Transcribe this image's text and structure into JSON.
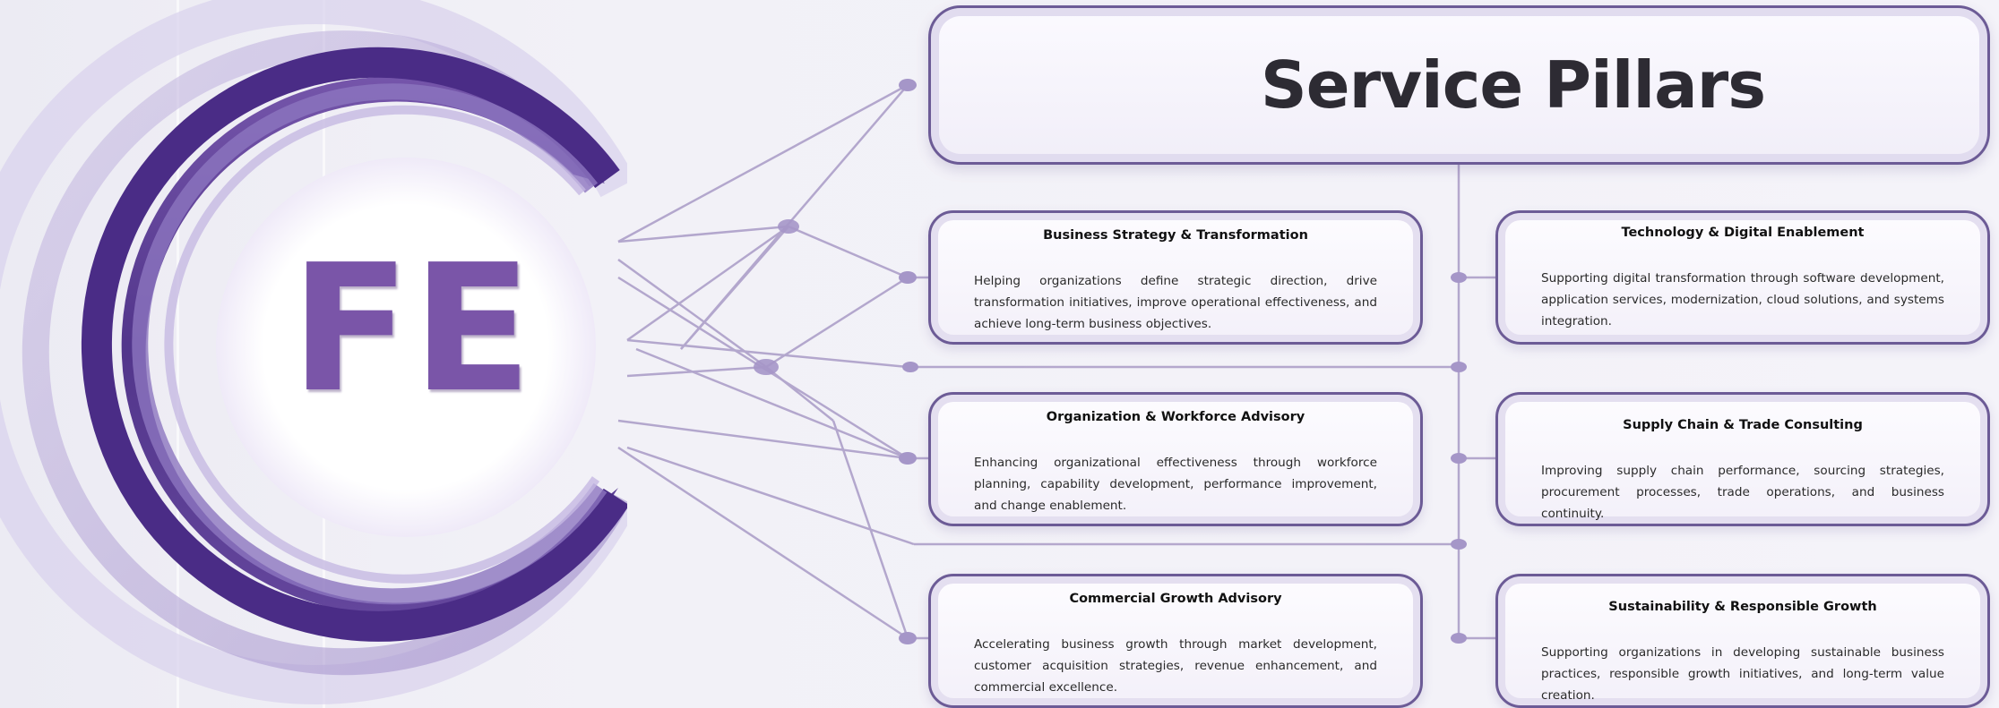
{
  "title": "Service Pillars",
  "logo": {
    "text": "FE"
  },
  "pillars": [
    {
      "title": "Business Strategy & Transformation",
      "description": "Helping organizations define strategic direction, drive transformation initiatives, improve operational effectiveness, and achieve long-term business objectives."
    },
    {
      "title": "Technology & Digital Enablement",
      "description": "Supporting digital transformation through software development, application services, modernization, cloud solutions, and systems integration."
    },
    {
      "title": "Organization & Workforce Advisory",
      "description": "Enhancing organizational effectiveness through workforce planning, capability development, performance improvement, and change enablement."
    },
    {
      "title": "Supply Chain & Trade Consulting",
      "description": "Improving supply chain performance, sourcing strategies, procurement processes, trade operations, and business continuity."
    },
    {
      "title": "Commercial Growth Advisory",
      "description": "Accelerating business growth through market development, customer acquisition strategies, revenue enhancement, and commercial excellence."
    },
    {
      "title": "Sustainability & Responsible Growth",
      "description": "Supporting organizations in developing sustainable business practices, responsible growth initiatives, and long-term value creation."
    }
  ],
  "colors": {
    "accent": "#7a55a8",
    "dark_purple": "#4b2d86",
    "border": "#6c5b96",
    "connector": "#a99bc6",
    "node": "#a596c8"
  }
}
